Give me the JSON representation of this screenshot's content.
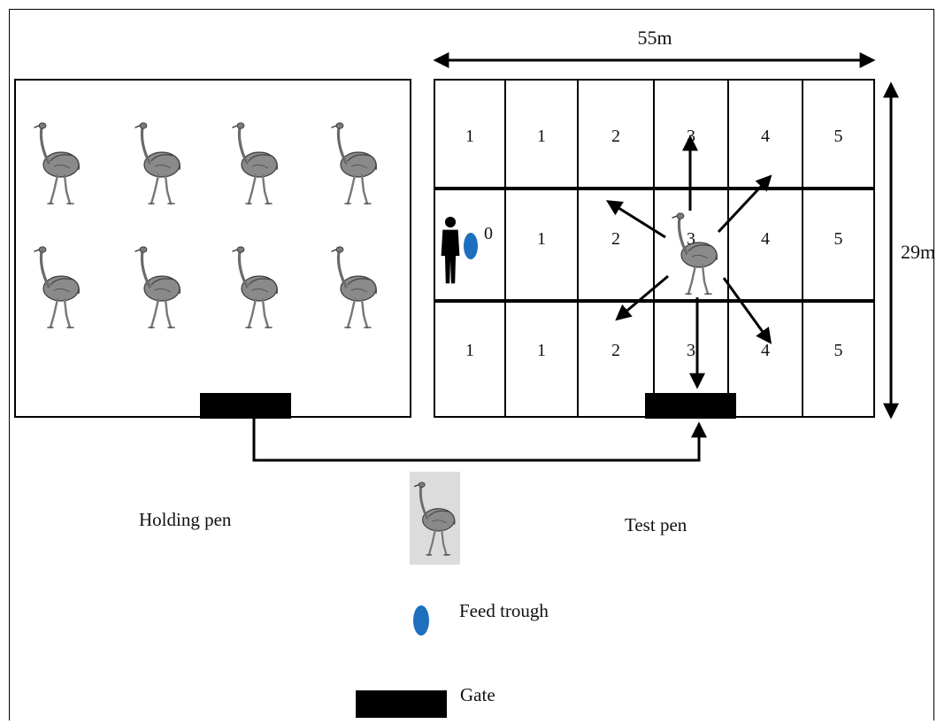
{
  "dimensions": {
    "width_label": "55m",
    "height_label": "29m"
  },
  "holding_pen": {
    "label": "Holding pen",
    "ostrich_count": 8
  },
  "test_pen": {
    "label": "Test pen",
    "grid": [
      [
        "1",
        "1",
        "2",
        "3",
        "4",
        "5"
      ],
      [
        "0",
        "1",
        "2",
        "3",
        "4",
        "5"
      ],
      [
        "1",
        "1",
        "2",
        "3",
        "4",
        "5"
      ]
    ]
  },
  "legend": {
    "ostrich": "",
    "feed_trough": "Feed trough",
    "gate": "Gate"
  },
  "colors": {
    "feed_trough": "#1f6fbf",
    "gate": "#000000",
    "line": "#000000"
  }
}
